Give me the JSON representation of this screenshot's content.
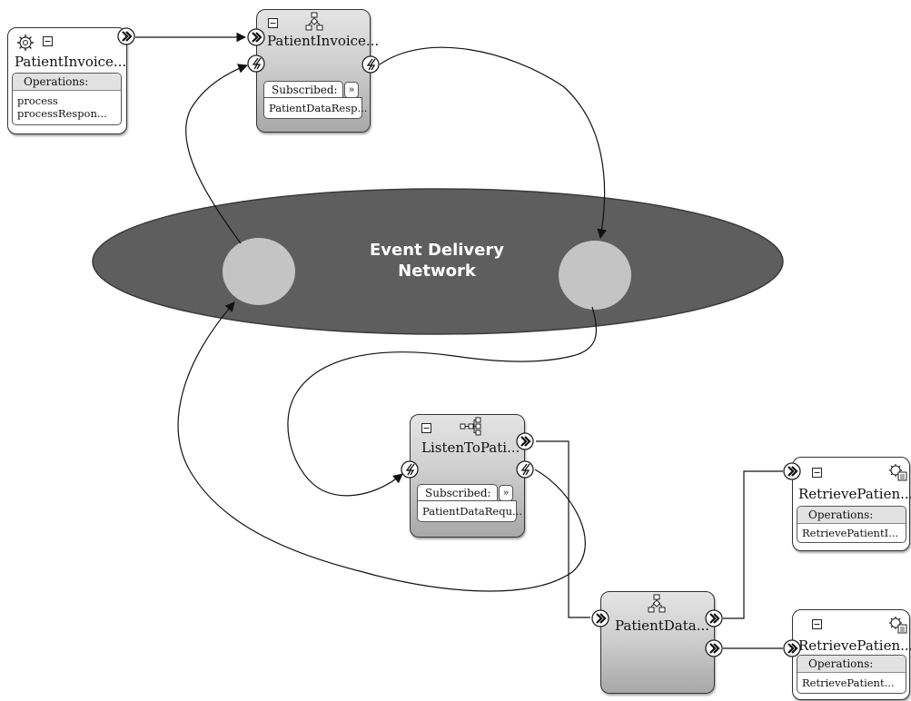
{
  "network": {
    "label_line1": "Event Delivery",
    "label_line2": "Network"
  },
  "components": {
    "invoice_service": {
      "title": "PatientInvoice...",
      "ops_header": "Operations:",
      "ops": [
        "process",
        "processRespon..."
      ]
    },
    "invoice_process": {
      "title": "PatientInvoice...",
      "sub_header": "Subscribed:",
      "sub_more": "»",
      "sub_item": "PatientDataResp..."
    },
    "listen_process": {
      "title": "ListenToPati...",
      "sub_header": "Subscribed:",
      "sub_more": "»",
      "sub_item": "PatientDataRequ..."
    },
    "patient_data": {
      "title": "PatientData..."
    },
    "retrieve_1": {
      "title": "RetrievePatien...",
      "ops_header": "Operations:",
      "op": "RetrievePatientI..."
    },
    "retrieve_2": {
      "title": "RetrievePatien...",
      "ops_header": "Operations:",
      "op": "RetrievePatient..."
    }
  },
  "icons": {
    "reference": "chevron-right-icon",
    "event": "lightning-icon",
    "service": "gear-icon",
    "bpel": "hierarchy-icon",
    "mediator": "mediator-icon",
    "collapse": "minus-box-icon"
  },
  "colors": {
    "network": "#5e5e5e",
    "node": "#c4c4c4",
    "shade_top": "#e4e4e4",
    "shade_bottom": "#a8a8a8"
  }
}
